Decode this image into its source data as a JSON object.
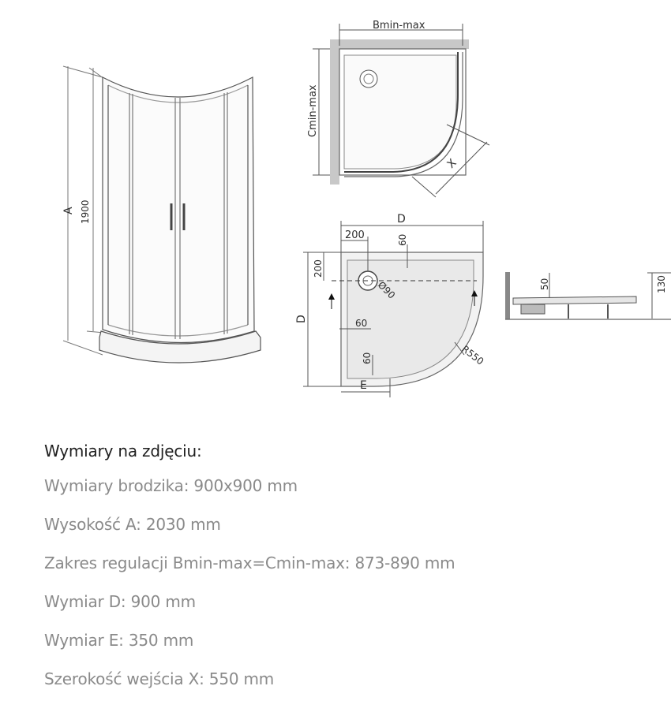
{
  "diagram": {
    "labels": {
      "A": "A",
      "height_1900": "1900",
      "b_min_max": "Bmin-max",
      "c_min_max": "Cmin-max",
      "X": "X",
      "D_top": "D",
      "D_side": "D",
      "E": "E",
      "dim_200_top": "200",
      "dim_60_top": "60",
      "dim_200_side": "200",
      "drain_90": "Ø90",
      "dim_60_mid": "60",
      "dim_60_bottom": "60",
      "radius_550": "R550",
      "dim_50": "50",
      "dim_130": "130"
    }
  },
  "specs": {
    "heading": "Wymiary na zdjęciu:",
    "rows": [
      "Wymiary brodzika: 900x900 mm",
      "Wysokość A: 2030 mm",
      "Zakres regulacji Bmin-max=Cmin-max: 873-890 mm",
      "Wymiar D: 900 mm",
      "Wymiar E: 350 mm",
      "Szerokość wejścia X: 550 mm"
    ]
  }
}
